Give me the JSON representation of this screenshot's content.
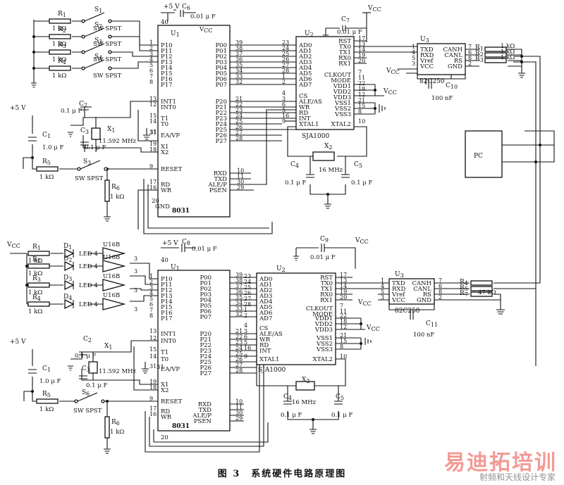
{
  "caption": "图 3　系统硬件电路原理图",
  "watermark": {
    "main": "易迪拓培训",
    "sub": "射频和天线设计专家"
  },
  "labels": {
    "vcc": "V",
    "vcc_sub": "CC",
    "v5": "+5 V",
    "gnd": "GND",
    "c6": "C",
    "c6_sub": "6",
    "c6_val": "0.01 μ F",
    "c7": "C",
    "c7_sub": "7",
    "c7_val": "0.01 μ F",
    "c8": "C",
    "c8_sub": "8",
    "c8_val": "0.01 μ F",
    "c9": "C",
    "c9_sub": "9",
    "c9_val": "0.01 μ F",
    "c10": "C",
    "c10_sub": "10",
    "c10_val": "100 nF",
    "c11": "C",
    "c11_sub": "11",
    "c11_val": "100 nF",
    "c1": "C",
    "c1_sub": "1",
    "c1_val": "1.0 μ F",
    "c2": "C",
    "c2_sub": "2",
    "c2_val": "0.1 μ F",
    "c3": "C",
    "c3_sub": "3",
    "c3_val": "0.1 μ F",
    "c4": "C",
    "c4_sub": "4",
    "c4_val": "0.1 μ F",
    "c5": "C",
    "c5_sub": "5",
    "c5_val": "0.1 μ F",
    "x1": "X",
    "x1_sub": "1",
    "x1_val": "11.592 MHz",
    "x2": "X",
    "x2_sub": "2",
    "x2_val": "16 MHz",
    "r_val": "1 kΩ",
    "r47": "47 kΩ",
    "sw": "SW SPST",
    "pc": "PC",
    "u1": "U",
    "u1_sub": "1",
    "u2": "U",
    "u2_sub": "2",
    "u3": "U",
    "u3_sub": "3",
    "mcu": "8031",
    "can_ctrl": "SJA1000",
    "transceiver": "82C250",
    "u16b": "U16B",
    "led": "LED 4",
    "pin40": "40",
    "pin31": "31",
    "pin20": "20",
    "pin3": "3"
  },
  "switches": [
    "S",
    "1",
    "S",
    "2",
    "S",
    "3",
    "S",
    "4",
    "S",
    "3",
    "S",
    "6"
  ],
  "top_resistors": [
    "R",
    "1",
    "R",
    "2",
    "R",
    "3",
    "R",
    "4",
    "R",
    "5",
    "R",
    "6"
  ],
  "bottom_resistors": [
    "R",
    "1",
    "R",
    "2",
    "R",
    "3",
    "R",
    "4",
    "R",
    "5",
    "R",
    "6"
  ],
  "right_resistors": [
    "R",
    "1",
    "R",
    "2",
    "R",
    "3",
    "R",
    "4",
    "R",
    "5",
    "R",
    "7"
  ],
  "leds": [
    "D",
    "1",
    "D",
    "2",
    "D",
    "3",
    "D",
    "4"
  ],
  "mcu_left_pins": [
    "P10",
    "P11",
    "P12",
    "P13",
    "P14",
    "P15",
    "P16",
    "P17",
    "INT1",
    "INT0",
    "T1",
    "T0",
    "EA/VP",
    "X1",
    "X2",
    "RESET",
    "RD",
    "WR",
    "GND"
  ],
  "mcu_left_nums": [
    "1",
    "2",
    "3",
    "4",
    "5",
    "6",
    "7",
    "8",
    "13",
    "12",
    "15",
    "14",
    "31",
    "19",
    "18",
    "9",
    "17",
    "16",
    "20"
  ],
  "mcu_p0": [
    "P00",
    "P01",
    "P02",
    "P03",
    "P04",
    "P05",
    "P06",
    "P07"
  ],
  "mcu_p0_nums": [
    "39",
    "38",
    "37",
    "36",
    "35",
    "34",
    "33",
    "32"
  ],
  "mcu_p2": [
    "P20",
    "P21",
    "P22",
    "P23",
    "P24",
    "P25",
    "P26",
    "P27"
  ],
  "mcu_p2_nums": [
    "21",
    "22",
    "23",
    "24",
    "25",
    "26",
    "27",
    "28"
  ],
  "mcu_ctrl": [
    "RXD",
    "TXD",
    "ALE/P",
    "PSEN"
  ],
  "mcu_ctrl_nums": [
    "10",
    "11",
    "30",
    "29"
  ],
  "sja_left": [
    "AD0",
    "AD1",
    "AD2",
    "AD3",
    "AD4",
    "AD5",
    "AD6",
    "AD7",
    "CS",
    "ALE/AS",
    "WR",
    "RD",
    "INT",
    "XTAL1"
  ],
  "sja_left_nums": [
    "23",
    "24",
    "25",
    "26",
    "27",
    "28",
    "1",
    "2",
    "4",
    "3",
    "6",
    "5",
    "16",
    "9"
  ],
  "sja_right": [
    "RST",
    "TX0",
    "TX1",
    "RX0",
    "RX1",
    "CLKOUT",
    "MODE",
    "VDD1",
    "VDD2",
    "VDD3",
    "VSS1",
    "VSS2",
    "VSS3",
    "XTAL2"
  ],
  "sja_right_nums": [
    "17",
    "13",
    "14",
    "19",
    "20",
    "7",
    "11",
    "22",
    "18",
    "12",
    "21",
    "15",
    "8",
    "10"
  ],
  "tr_left": [
    "TXD",
    "RXD",
    "Vref",
    "VCC"
  ],
  "tr_left_nums": [
    "1",
    "4",
    "5",
    "3"
  ],
  "tr_right": [
    "CANH",
    "CANL",
    "RS",
    "GND"
  ],
  "tr_right_nums": [
    "7",
    "6",
    "8",
    "2"
  ]
}
